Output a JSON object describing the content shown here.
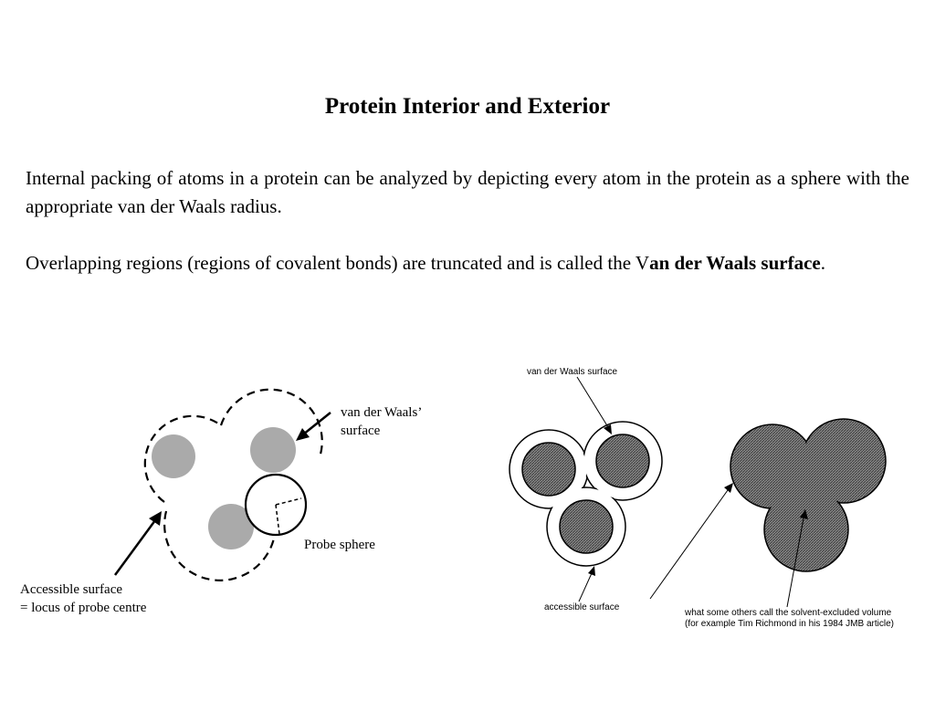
{
  "slide": {
    "title": "Protein Interior and Exterior",
    "paragraph_1": "Internal packing of atoms in a protein can be analyzed by depicting every  atom in the protein as a sphere with the appropriate van der Waals radius.",
    "paragraph_2_plain": "Overlapping regions (regions of covalent bonds) are truncated and is called the V",
    "paragraph_2_bold": "an der Waals surface",
    "paragraph_2_end": "."
  },
  "left_diagram": {
    "label_vdw_line1": "van der Waals’",
    "label_vdw_line2": "surface",
    "label_probe": "Probe sphere",
    "label_accessible_line1": "Accessible surface",
    "label_accessible_line2": "= locus of probe centre"
  },
  "right_diagram": {
    "label_vdw": "van der Waals surface",
    "label_accessible": "accessible surface",
    "label_excluded_line1": "what some others call the solvent-excluded volume",
    "label_excluded_line2": "(for example Tim Richmond in his 1984 JMB article)"
  },
  "colors": {
    "atom_fill": "#aaaaaa",
    "hatched_fill": "#5a5a5a"
  }
}
